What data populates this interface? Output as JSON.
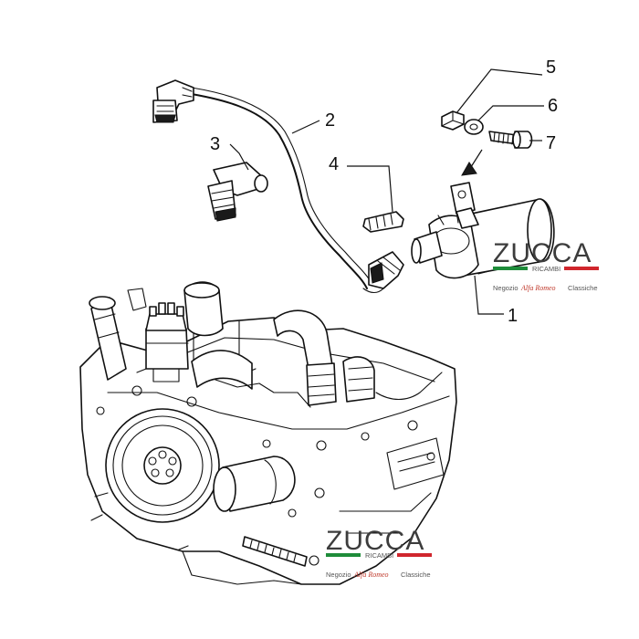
{
  "diagram": {
    "callouts": [
      {
        "id": "1",
        "label": "1",
        "part": "ignition-coil"
      },
      {
        "id": "2",
        "label": "2",
        "part": "high-tension-lead"
      },
      {
        "id": "3",
        "label": "3",
        "part": "spark-plug-cap"
      },
      {
        "id": "4",
        "label": "4",
        "part": "coil-terminal-cap"
      },
      {
        "id": "5",
        "label": "5",
        "part": "nut"
      },
      {
        "id": "6",
        "label": "6",
        "part": "washer"
      },
      {
        "id": "7",
        "label": "7",
        "part": "bolt"
      }
    ]
  },
  "watermarks": [
    {
      "title": "ZUCCA",
      "subtitle": "RICAMBI",
      "tagline_left": "Negozio",
      "tagline_brand": "Alfa Romeo",
      "tagline_right": "Classiche"
    },
    {
      "title": "ZUCCA",
      "subtitle": "RICAMBI",
      "tagline_left": "Negozio",
      "tagline_brand": "Alfa Romeo",
      "tagline_right": "Classiche"
    }
  ],
  "colors": {
    "line": "#111111",
    "flag_green": "#1e8c3a",
    "flag_white": "#ffffff",
    "flag_red": "#d0262d"
  }
}
